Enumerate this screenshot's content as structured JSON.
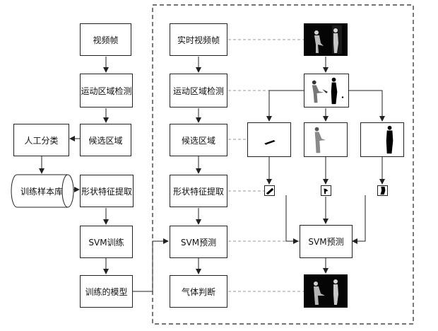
{
  "left_flow": {
    "video_frame": "视频帧",
    "motion_detect": "运动区域检测",
    "candidate_region": "候选区域",
    "manual_classify": "人工分类",
    "sample_lib": "训练样本库",
    "shape_feature": "形状特征提取",
    "svm_train": "SVM训练",
    "trained_model": "训练的模型"
  },
  "right_flow": {
    "realtime_frame": "实时视频帧",
    "motion_detect": "运动区域检测",
    "candidate_region": "候选区域",
    "shape_feature": "形状特征提取",
    "svm_predict": "SVM预测",
    "pose_judge": "气体判断"
  },
  "svm_predict_main": "SVM预测",
  "colors": {
    "line": "#222222",
    "dashed": "#999999",
    "photo_bg": "#000000"
  },
  "icons": [
    "person-photo",
    "silhouette-thumbnail",
    "feature-icon"
  ]
}
